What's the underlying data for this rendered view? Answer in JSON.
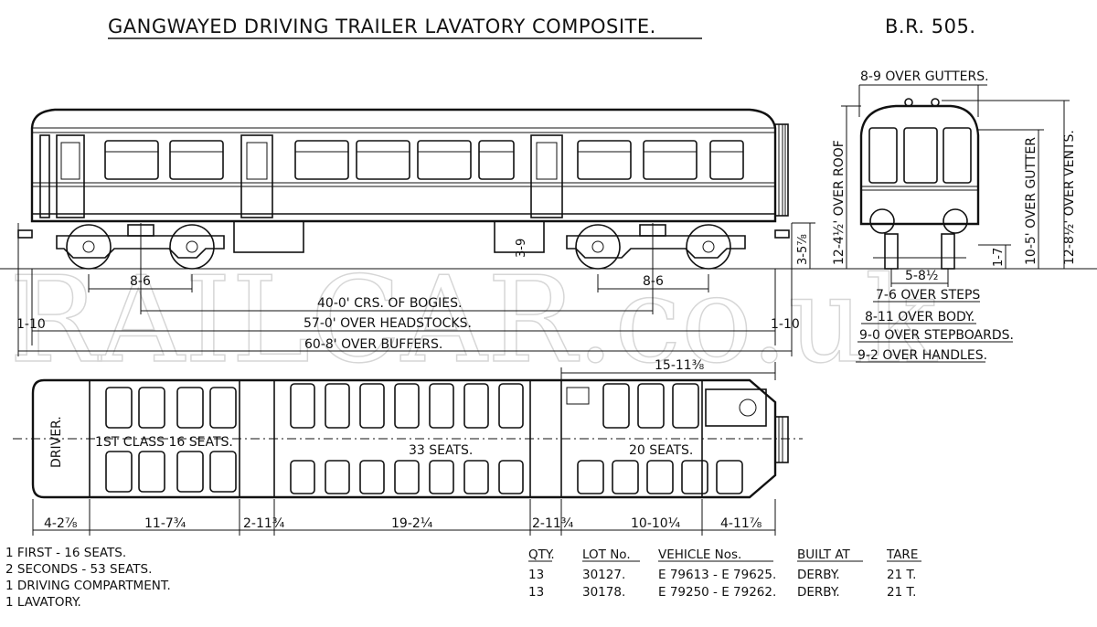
{
  "title": "GANGWAYED DRIVING TRAILER LAVATORY COMPOSITE.",
  "diagram_no": "B.R. 505.",
  "watermark": "RAILCAR.co.uk",
  "side_elevation": {
    "bogie_wheelbase_left": "8-6",
    "bogie_wheelbase_right": "8-6",
    "bogie_centres": "40-0' CRS. OF BOGIES.",
    "over_headstocks": "57-0' OVER HEADSTOCKS.",
    "over_buffers": "60-8' OVER BUFFERS.",
    "buffer_left": "1-10",
    "buffer_right": "1-10",
    "tank_height": "3-9",
    "rail_to_headstock": "3-5⅞"
  },
  "end_elevation": {
    "over_gutters": "8-9 OVER GUTTERS.",
    "over_roof": "12-4½' OVER ROOF",
    "over_gutter": "10-5' OVER GUTTER",
    "over_vents": "12-8½' OVER VENTS.",
    "gauge": "5-8½",
    "step_height": "1-7",
    "over_steps": "7-6 OVER STEPS",
    "over_body": "8-11 OVER BODY.",
    "over_stepboards": "9-0 OVER STEPBOARDS.",
    "over_handles": "9-2 OVER HANDLES."
  },
  "plan": {
    "driver": "DRIVER.",
    "first_class": "1ST CLASS 16 SEATS.",
    "second_33": "33 SEATS.",
    "second_20": "20 SEATS.",
    "top_dim": "15-11⅜",
    "dims": [
      "4-2⅞",
      "11-7¾",
      "2-11¾",
      "19-2¼",
      "2-11¾",
      "10-10¼",
      "4-11⅞"
    ]
  },
  "accommodation": [
    "1 FIRST - 16 SEATS.",
    "2 SECONDS - 53 SEATS.",
    "1 DRIVING COMPARTMENT.",
    "1 LAVATORY."
  ],
  "lots_table": {
    "headers": [
      "QTY.",
      "LOT No.",
      "VEHICLE Nos.",
      "BUILT AT",
      "TARE"
    ],
    "rows": [
      [
        "13",
        "30127.",
        "E 79613 - E 79625.",
        "DERBY.",
        "21 T."
      ],
      [
        "13",
        "30178.",
        "E 79250 - E 79262.",
        "DERBY.",
        "21 T."
      ]
    ]
  }
}
